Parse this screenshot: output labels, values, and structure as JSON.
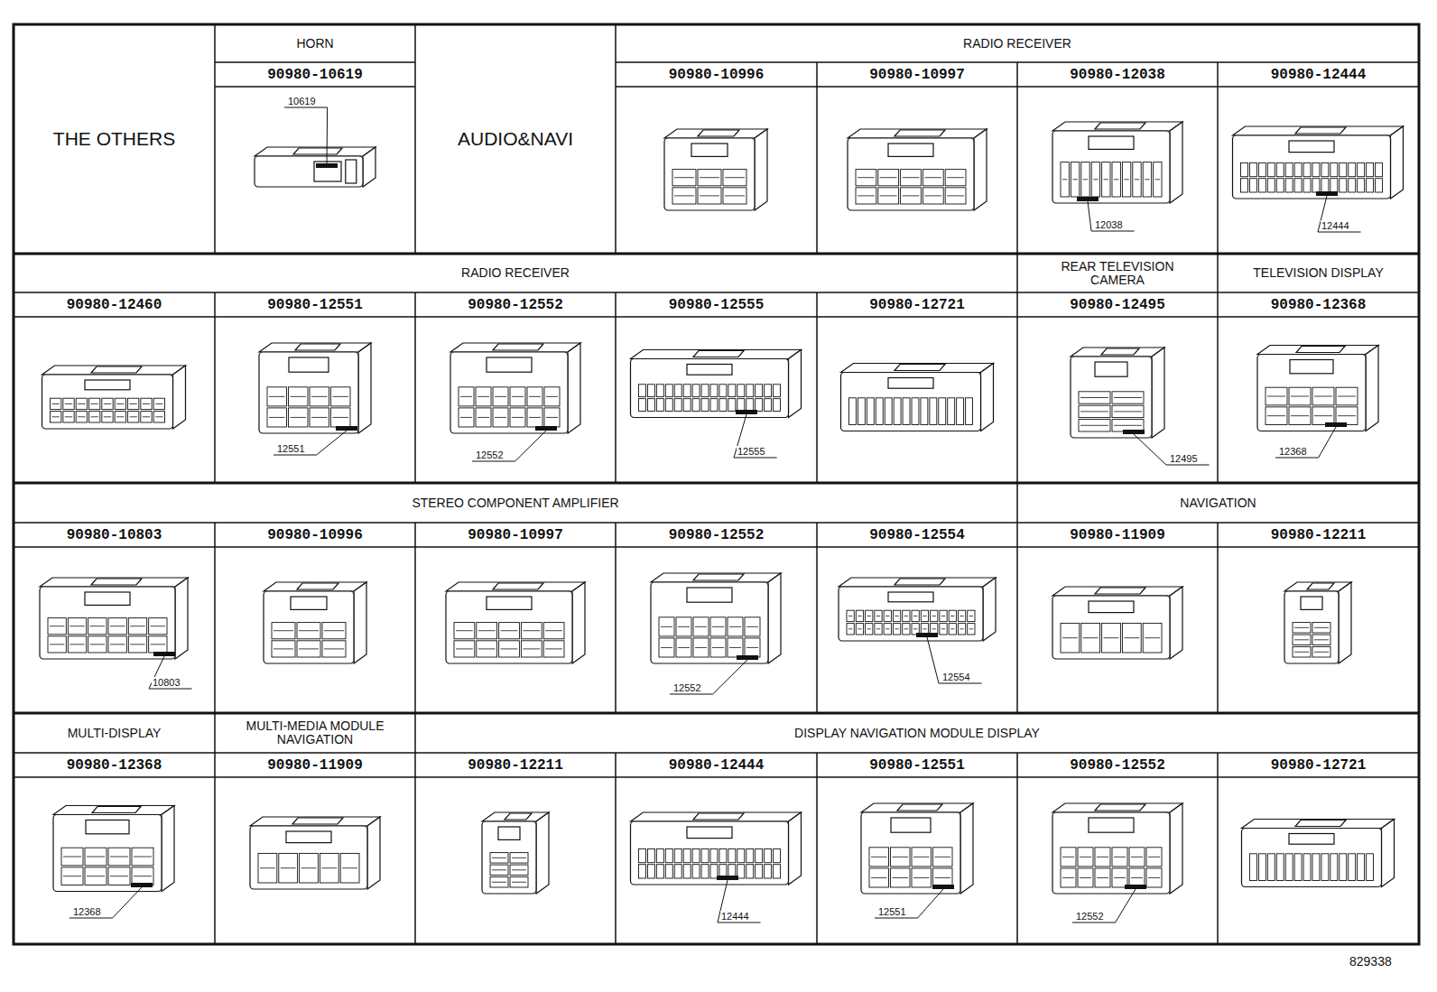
{
  "diagram": {
    "labels": [
      "THE OTHERS",
      "HORN",
      "90980-10619",
      "10619",
      "AUDIO&NAVI",
      "RADIO RECEIVER",
      "90980-10996",
      "90980-10997",
      "90980-12038",
      "90980-12444",
      "12038",
      "12444",
      "RADIO RECEIVER",
      "REAR TELEVISION CAMERA",
      "TELEVISION DISPLAY",
      "90980-12460",
      "90980-12551",
      "90980-12552",
      "90980-12555",
      "90980-12721",
      "90980-12495",
      "90980-12368",
      "12551",
      "12552",
      "12555",
      "12495",
      "12368",
      "STEREO COMPONENT AMPLIFIER",
      "NAVIGATION",
      "90980-10803",
      "90980-10996",
      "90980-10997",
      "90980-12552",
      "90980-12554",
      "90980-11909",
      "90980-12211",
      "10803",
      "12552",
      "12554",
      "MULTI-DISPLAY",
      "MULTI-MEDIA MODULE NAVIGATION",
      "DISPLAY NAVIGATION MODULE DISPLAY",
      "90980-12368",
      "90980-11909",
      "90980-12211",
      "90980-12444",
      "90980-12551",
      "90980-12552",
      "90980-12721",
      "12368",
      "12444",
      "12551",
      "12552",
      "829338"
    ]
  }
}
